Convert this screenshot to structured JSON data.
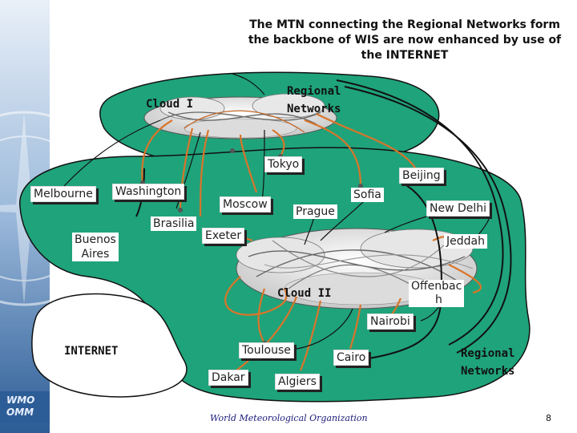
{
  "title_lines": [
    "The MTN connecting the Regional Networks form",
    "the backbone of WIS are now enhanced by use of",
    "the INTERNET"
  ],
  "regional_networks_top": [
    "Regional",
    "Networks"
  ],
  "regional_networks_bottom": [
    "Regional",
    "Networks"
  ],
  "clouds": {
    "cloud1": "Cloud I",
    "cloud2": "Cloud  II"
  },
  "internet_label": "INTERNET",
  "nodes": {
    "tokyo": "Tokyo",
    "beijing": "Beijing",
    "melbourne": "Melbourne",
    "washington": "Washington",
    "moscow": "Moscow",
    "sofia": "Sofia",
    "prague": "Prague",
    "new_delhi": "New Delhi",
    "brasilia": "Brasilia",
    "buenos_aires_1": "Buenos",
    "buenos_aires_2": "Aires",
    "exeter": "Exeter",
    "jeddah": "Jeddah",
    "offenbach_1": "Offenbac",
    "offenbach_2": "h",
    "nairobi": "Nairobi",
    "toulouse": "Toulouse",
    "cairo": "Cairo",
    "dakar": "Dakar",
    "algiers": "Algiers"
  },
  "footer": "World Meteorological Organization",
  "page_number": "8",
  "logo": [
    "WMO",
    "OMM"
  ],
  "colors": {
    "green_region": "#1fa37a",
    "left_panel": "#3d70a8",
    "orange_link": "#d9752a",
    "internet_link": "#111111"
  }
}
